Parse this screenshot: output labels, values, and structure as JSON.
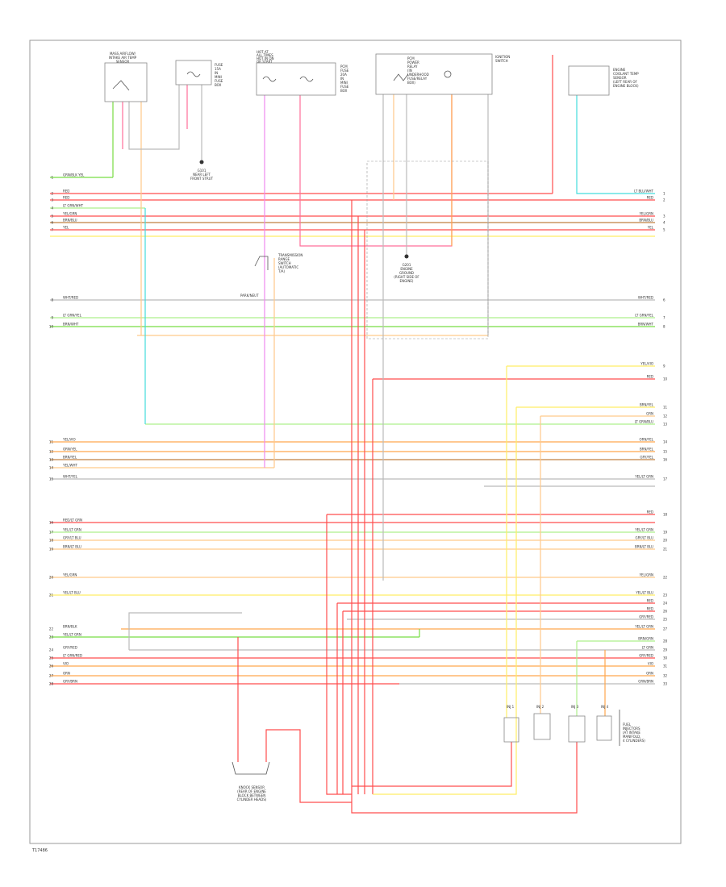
{
  "diagram": {
    "components": {
      "sensor_top_left": [
        "MASS AIRFLOW/",
        "INTAKE AIR TEMP",
        "SENSOR"
      ],
      "fuse_left": [
        "FUSE",
        "15A",
        "IN",
        "MINI",
        "FUSE",
        "BOX"
      ],
      "ground_left": [
        "G101",
        "NEAR LEFT",
        "FRONT STRUT"
      ],
      "fuses_mid": [
        "PCM",
        "FUSE",
        "20A",
        "IN",
        "MINI",
        "FUSE",
        "BOX"
      ],
      "fuses_mid_header": [
        "HOT AT",
        "ALL TIMES",
        "HOT IN ON",
        "OR START"
      ],
      "pcm_relay": [
        "PCM",
        "POWER",
        "RELAY",
        "(IN",
        "UNDERHOOD",
        "FUSE/RELAY",
        "BOX)"
      ],
      "pcm_relay_side": [
        "IGNITION",
        "SWITCH"
      ],
      "sensor_top_right": [
        "ENGINE",
        "COOLANT TEMP",
        "SENSOR",
        "(LEFT REAR OF",
        "ENGINE BLOCK)"
      ],
      "transmission_switch": [
        "TRANSMISSION",
        "RANGE",
        "SWITCH",
        "(AUTOMATIC",
        "T/A)"
      ],
      "transmission_switch_label": "PARK/NEUT",
      "ground_right": [
        "G201",
        "ENGINE",
        "GROUND",
        "(RIGHT SIDE OF",
        "ENGINE)"
      ],
      "knock_sensor": [
        "KNOCK SENSOR",
        "(REAR OF ENGINE",
        "BLOCK BETWEEN",
        "CYLINDER HEADS)"
      ],
      "injectors": [
        "FUEL",
        "INJECTORS",
        "(AT INTAKE",
        "MANIFOLD,",
        "4 CYLINDERS)"
      ],
      "injector_labels": [
        "INJ 1",
        "INJ 2",
        "INJ 3",
        "INJ 4"
      ]
    },
    "wire_codes_left": [
      "GRN/BLK YEL",
      "RED",
      "RED",
      "LT GRN/WHT",
      "YEL/GRN",
      "BRN/BLU",
      "YEL",
      "WHT/RED",
      "LT GRN/YEL",
      "BRN/WHT",
      "YEL/VIO",
      "ORN/YEL",
      "BRN/YEL",
      "YEL/WHT",
      "WHT/YEL",
      "RED/LT GRN",
      "YEL/LT GRN",
      "GRY/LT BLU",
      "BRN/LT BLU",
      "YEL/GRN",
      "YEL/LT BLU",
      "BRN/BLK",
      "YEL/LT GRN",
      "GRY/RED",
      "LT GRN/RED",
      "VIO",
      "ORN",
      "GRY/BRN"
    ],
    "wire_codes_right": [
      "LT BLU/WHT",
      "RED",
      "YEL/GRN",
      "BRN/BLU",
      "YEL",
      "WHT/RED",
      "LT GRN/YEL",
      "BRN/WHT",
      "YEL/VIO",
      "RED",
      "BRN/YEL",
      "GRN",
      "LT GRN/BLU",
      "ORN/YEL",
      "BRN/YEL",
      "GRY/YEL",
      "YEL/LT GRN",
      "RED",
      "YEL/LT GRN",
      "GRY/LT BLU",
      "BRN/LT BLU",
      "YEL/GRN",
      "YEL/LT BLU",
      "RED",
      "GRY/RED",
      "RED",
      "YEL/LT GRN",
      "BRN/GRN",
      "LT GRN",
      "GRY/RED",
      "VIO",
      "ORN",
      "GRN/BRN"
    ],
    "pin_numbers_left": [
      "1",
      "2",
      "3",
      "4",
      "5",
      "6",
      "7",
      "8",
      "9",
      "10",
      "11",
      "12",
      "13",
      "14",
      "15",
      "16",
      "17",
      "18",
      "19",
      "20",
      "21",
      "22",
      "23",
      "24",
      "25",
      "26",
      "27",
      "28"
    ],
    "pin_numbers_right": [
      "1",
      "2",
      "3",
      "4",
      "5",
      "6",
      "7",
      "8",
      "9",
      "10",
      "11",
      "12",
      "13",
      "14",
      "15",
      "16",
      "17",
      "18",
      "19",
      "20",
      "21",
      "22",
      "23",
      "24",
      "25",
      "26",
      "27",
      "28",
      "29",
      "30",
      "31",
      "32",
      "33"
    ],
    "footer_code": "T17486",
    "colors": {
      "red": "#ff4d4d",
      "pink": "#ff6f9a",
      "orange": "#ffa64d",
      "tan": "#ffc98a",
      "yellow": "#ffee66",
      "green": "#77dd44",
      "lightgreen": "#aef08c",
      "cyan": "#44dddd",
      "violet": "#ee88ee",
      "gray": "#bbbbbb",
      "brown": "#c08040"
    }
  }
}
